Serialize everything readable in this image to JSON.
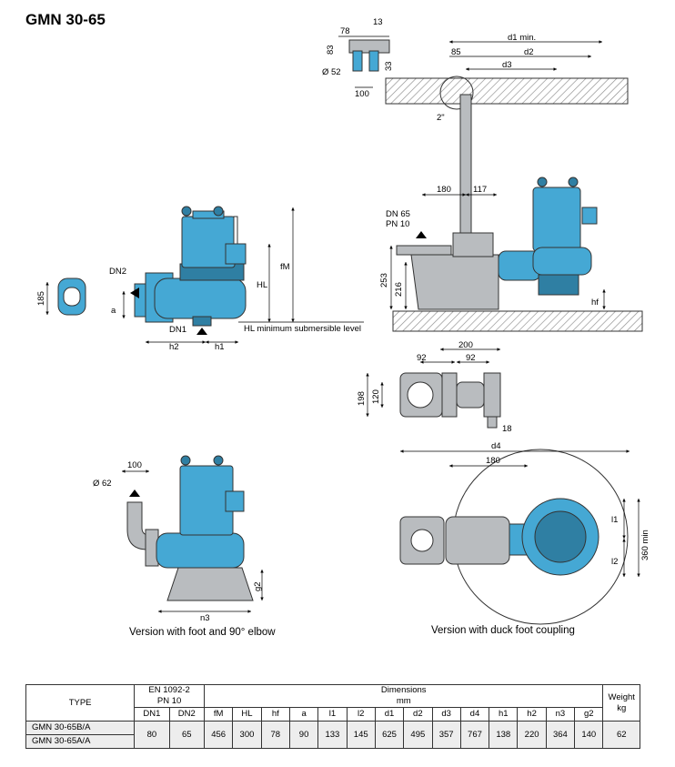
{
  "title": "GMN 30-65",
  "captions": {
    "foot_elbow": "Version with foot and 90° elbow",
    "duck_foot": "Version with duck foot coupling"
  },
  "drawing_labels": {
    "dn2": "DN2",
    "dn1": "DN1",
    "a": "a",
    "h2": "h2",
    "h1": "h1",
    "hl": "HL",
    "fm": "fM",
    "hl_note": "HL minimum submersible level",
    "d185": "185",
    "d78": "78",
    "d13": "13",
    "d83": "83",
    "d52": "Ø 52",
    "d33": "33",
    "d100": "100",
    "d1min": "d1 min.",
    "d85": "85",
    "d2": "d2",
    "d3": "d3",
    "inch2": "2\"",
    "d180": "180",
    "d117": "117",
    "dn65": "DN 65",
    "pn10": "PN 10",
    "d253": "253",
    "d216": "216",
    "hf": "hf",
    "d200": "200",
    "d92a": "92",
    "d92b": "92",
    "d198": "198",
    "d120": "120",
    "d18": "18",
    "d4": "d4",
    "d180b": "180",
    "l1": "l1",
    "l2": "l2",
    "d360": "360 min",
    "d62": "Ø 62",
    "d100b": "100",
    "g2": "g2",
    "n3": "n3"
  },
  "colors": {
    "pump_blue": "#45a8d4",
    "steel_grey": "#b9bcbf",
    "floor_hatch": "#9a9a9a"
  },
  "table": {
    "type_header": "TYPE",
    "flange_std": "EN 1092-2",
    "flange_pn": "PN 10",
    "dimensions_header": "Dimensions",
    "unit": "mm",
    "weight_header": "Weight",
    "weight_unit": "kg",
    "columns": [
      "DN1",
      "DN2",
      "fM",
      "HL",
      "hf",
      "a",
      "l1",
      "l2",
      "d1",
      "d2",
      "d3",
      "d4",
      "h1",
      "h2",
      "n3",
      "g2"
    ],
    "types": [
      "GMN 30-65B/A",
      "GMN 30-65A/A"
    ],
    "values": [
      "80",
      "65",
      "456",
      "300",
      "78",
      "90",
      "133",
      "145",
      "625",
      "495",
      "357",
      "767",
      "138",
      "220",
      "364",
      "140"
    ],
    "weight": "62"
  }
}
